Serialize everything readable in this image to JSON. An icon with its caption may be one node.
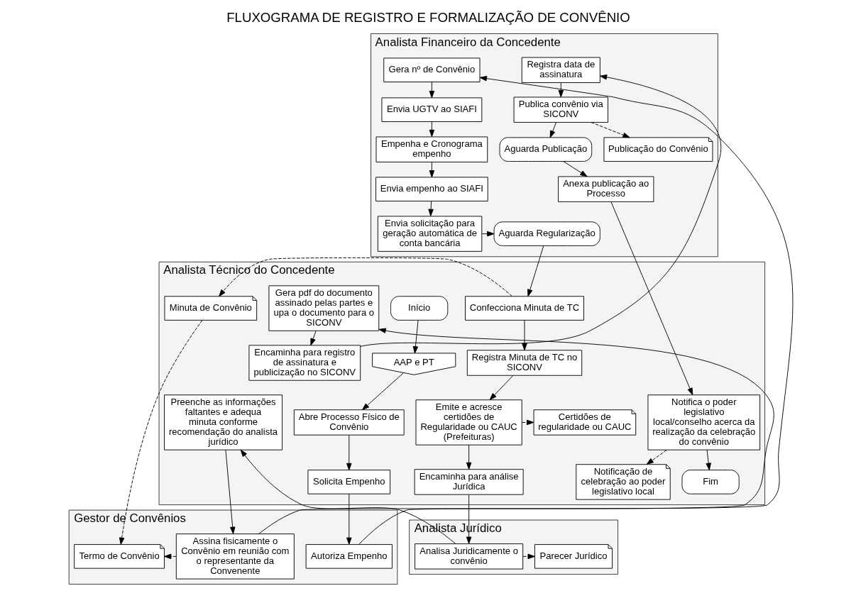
{
  "diagram": {
    "title": "FLUXOGRAMA DE REGISTRO E FORMALIZAÇÃO DE CONVÊNIO",
    "nodes": [
      {
        "text": [
          "Analista Financeiro da Concedente"
        ]
      },
      {
        "text": [
          "Analista Técnico do Concedente"
        ]
      },
      {
        "text": [
          "Analista Jurídico"
        ]
      },
      {
        "text": [
          "Gestor de Convênios"
        ]
      },
      {
        "text": [
          "Gera nº de Convênio"
        ],
        "in": 0
      },
      {
        "text": [
          "Envia UGTV ao SIAFI"
        ],
        "in": 0
      },
      {
        "text": [
          "Empenha e Cronograma empenho"
        ],
        "in": 0
      },
      {
        "text": [
          "Envia empenho ao SIAFI"
        ],
        "in": 0
      },
      {
        "text": [
          "Envia solicitação para geração automática de conta bancária"
        ],
        "in": 0
      },
      {
        "text": [
          "Aguarda Regularização"
        ],
        "in": 0
      },
      {
        "text": [
          "Registra data de assinatura"
        ],
        "in": 0
      },
      {
        "text": [
          "Publica convênio via SICONV"
        ],
        "in": 0
      },
      {
        "text": [
          "Publicação do Convênio"
        ],
        "in": 0
      },
      {
        "text": [
          "Aguarda Publicação"
        ],
        "in": 0
      },
      {
        "text": [
          "Anexa publicação ao Processo"
        ],
        "in": 0
      },
      {
        "text": [
          "Início"
        ],
        "in": 1
      },
      {
        "text": [
          "AAP e PT"
        ],
        "in": 1
      },
      {
        "text": [
          "Abre Processo Físico de Convênio"
        ],
        "in": 1
      },
      {
        "text": [
          "Solicita Empenho"
        ],
        "in": 1
      },
      {
        "text": [
          "Minuta de Convênio"
        ],
        "in": 1
      },
      {
        "text": [
          "Confecciona Minuta de TC"
        ],
        "in": 1
      },
      {
        "text": [
          "Registra Minuta de TC no SICONV"
        ],
        "in": 1
      },
      {
        "text": [
          "Certidões de regularidade ou CAUC"
        ],
        "in": 1
      },
      {
        "text": [
          "Emite e acresce certidões de Regularidade ou CAUC (Prefeituras)"
        ],
        "in": 1
      },
      {
        "text": [
          "Encaminha para análise Jurídica"
        ],
        "in": 1
      },
      {
        "text": [
          "Preenche as informações faltantes e adequa minuta conforme recomendação do analista jurídico"
        ],
        "in": 1
      },
      {
        "text": [
          "Gera pdf do documento assinado pelas partes e upa o documento para o SICONV"
        ],
        "in": 1
      },
      {
        "text": [
          "Encaminha para registro de assinatura e publicização no SICONV"
        ],
        "in": 1
      },
      {
        "text": [
          "Notifica o poder legislativo local/conselho acerca da realização da celebração do convênio"
        ],
        "in": 1
      },
      {
        "text": [
          "Notificação de celebração ao poder legislativo local"
        ],
        "in": 1
      },
      {
        "text": [
          "Fim"
        ],
        "in": 1
      },
      {
        "text": [
          "Parecer Jurídico"
        ],
        "in": 2
      },
      {
        "text": [
          "Analisa Juridicamente o convênio"
        ],
        "in": 2
      },
      {
        "text": [
          "Autoriza Empenho"
        ],
        "in": 3
      },
      {
        "text": [
          "Termo de Convênio"
        ],
        "in": 3
      },
      {
        "text": [
          "Assina fisicamente o Convênio em reunião com o representante da Convenente"
        ],
        "in": 3
      }
    ],
    "edges": [
      {
        "from": 15,
        "to": 16,
        "arrow": "to"
      },
      {
        "from": 16,
        "to": 17,
        "arrow": "to"
      },
      {
        "from": 17,
        "to": 18,
        "arrow": "to"
      },
      {
        "from": 18,
        "to": 33,
        "arrow": "to"
      },
      {
        "from": 33,
        "to": 4,
        "arrow": "to"
      },
      {
        "from": 4,
        "to": 5,
        "arrow": "to"
      },
      {
        "from": 5,
        "to": 6,
        "arrow": "to"
      },
      {
        "from": 6,
        "to": 7,
        "arrow": "to"
      },
      {
        "from": 7,
        "to": 8,
        "arrow": "to"
      },
      {
        "from": 8,
        "to": 9,
        "arrow": "to"
      },
      {
        "from": 9,
        "to": 20,
        "arrow": "to"
      },
      {
        "from": 20,
        "to": 19,
        "arrow": "to",
        "style": "dashed"
      },
      {
        "from": 20,
        "to": 21,
        "arrow": "to"
      },
      {
        "from": 21,
        "to": 23,
        "arrow": "to"
      },
      {
        "from": 23,
        "to": 22,
        "arrow": "to",
        "style": "dashed"
      },
      {
        "from": 23,
        "to": 24,
        "arrow": "to"
      },
      {
        "from": 24,
        "to": 32,
        "arrow": "to"
      },
      {
        "from": 32,
        "to": 31,
        "arrow": "to",
        "style": "dashed"
      },
      {
        "from": 32,
        "to": 25,
        "arrow": "to"
      },
      {
        "from": 25,
        "to": 35,
        "arrow": "to"
      },
      {
        "from": 35,
        "to": 34,
        "arrow": "to",
        "style": "dashed"
      },
      {
        "from": 19,
        "to": 34,
        "arrow": "to",
        "style": "dashed"
      },
      {
        "from": 35,
        "to": 26,
        "arrow": "to"
      },
      {
        "from": 26,
        "to": 27,
        "arrow": "to"
      },
      {
        "from": 27,
        "to": 10,
        "arrow": "to"
      },
      {
        "from": 10,
        "to": 11,
        "arrow": "to"
      },
      {
        "from": 11,
        "to": 12,
        "arrow": "to",
        "style": "dashed"
      },
      {
        "from": 11,
        "to": 13,
        "arrow": "to"
      },
      {
        "from": 13,
        "to": 14,
        "arrow": "to"
      },
      {
        "from": 14,
        "to": 28,
        "arrow": "to"
      },
      {
        "from": 28,
        "to": 29,
        "arrow": "to",
        "style": "dashed"
      },
      {
        "from": 28,
        "to": 30,
        "arrow": "to"
      }
    ]
  }
}
